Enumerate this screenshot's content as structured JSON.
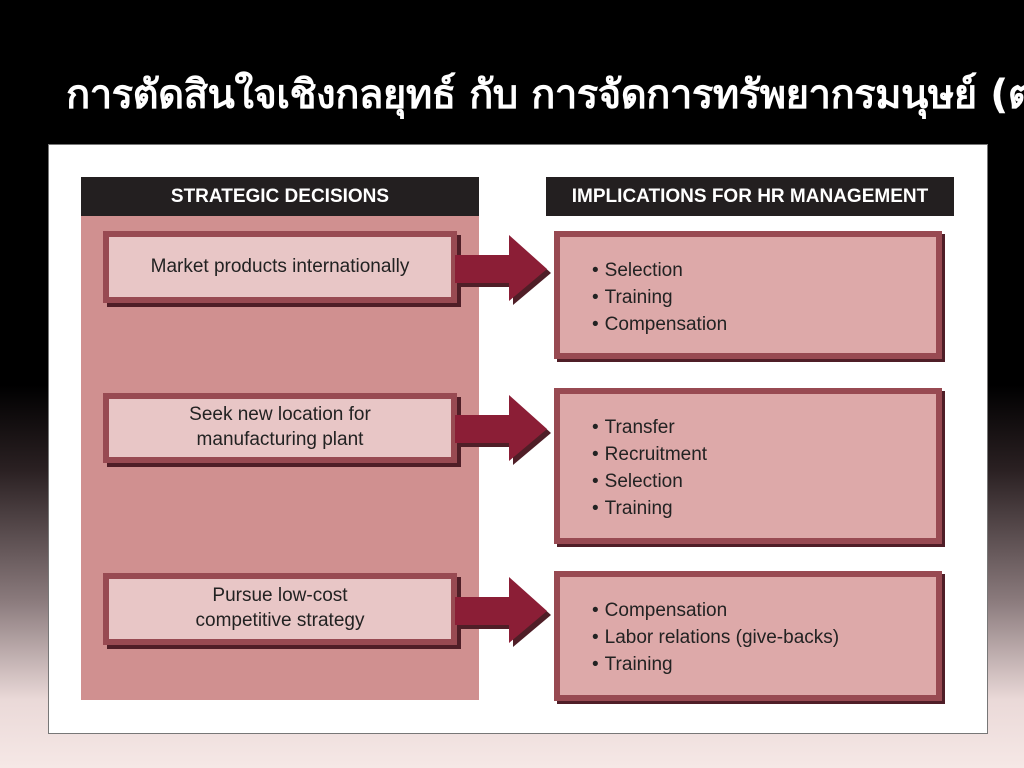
{
  "title": "การตัดสินใจเชิงกลยุทธ์ กับ การจัดการทรัพยากรมนุษย์ (ต่อ)",
  "headers": {
    "left": "STRATEGIC DECISIONS",
    "right": "IMPLICATIONS FOR HR MANAGEMENT"
  },
  "rows": [
    {
      "decision": [
        "Market products internationally"
      ],
      "implications": [
        "Selection",
        "Training",
        "Compensation"
      ]
    },
    {
      "decision": [
        "Seek new location for",
        "manufacturing plant"
      ],
      "implications": [
        "Transfer",
        "Recruitment",
        "Selection",
        "Training"
      ]
    },
    {
      "decision": [
        "Pursue low-cost",
        "competitive strategy"
      ],
      "implications": [
        "Compensation",
        "Labor relations (give-backs)",
        "Training"
      ]
    }
  ],
  "colors": {
    "column_fill": "#d09090",
    "box_border": "#984a52",
    "arrow": "#8b1e36",
    "header": "#231f20"
  }
}
